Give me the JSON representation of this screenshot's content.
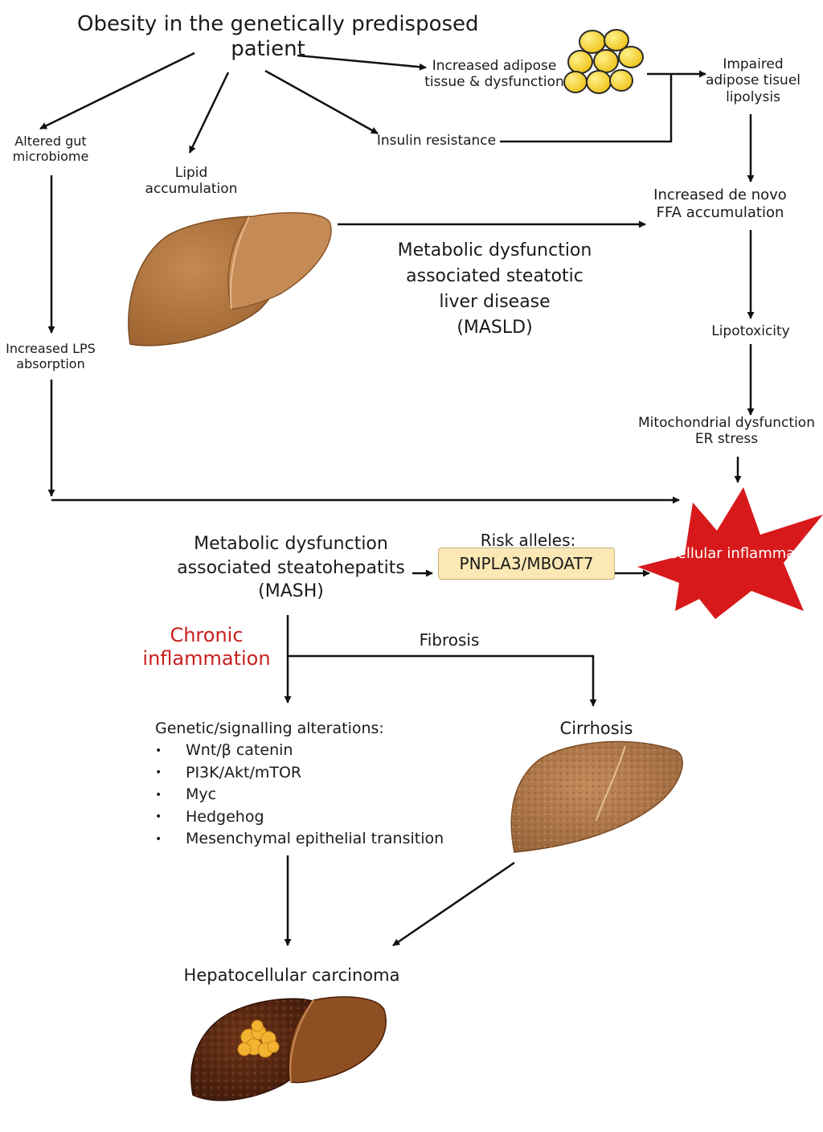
{
  "nodes": {
    "obesity": "Obesity in the genetically predisposed\npatient",
    "adipose_tissue": "Increased adipose\ntissue & dysfunction",
    "impaired_lipolysis": "Impaired\nadipose tisuel\nlipolysis",
    "gut": "Altered gut\nmicrobiome",
    "lipid": "Lipid\naccumulation",
    "insulin": "Insulin resistance",
    "ffa": "Increased de novo\nFFA accumulation",
    "masld": "Metabolic dysfunction\nassociated steatotic\nliver disease\n(MASLD)",
    "lps": "Increased LPS\nabsorption",
    "lipotoxicity": "Lipotoxicity",
    "mito": "Mitochondrial dysfunction\nER stress",
    "mash": "Metabolic dysfunction\nassociated steatohepatits\n(MASH)",
    "risk_alleles": "Risk alleles:",
    "risk_genes": "PNPLA3/MBOAT7",
    "cellular_inflammation": "Cellular inflammation",
    "chronic_inflammation": "Chronic\ninflammation",
    "fibrosis": "Fibrosis",
    "cirrhosis": "Cirrhosis",
    "hcc": "Hepatocellular carcinoma"
  },
  "genetic": {
    "title": "Genetic/signalling alterations:",
    "bullet": "•",
    "items": [
      "Wnt/β catenin",
      "PI3K/Akt/mTOR",
      "Myc",
      "Hedgehog",
      "Mesenchymal epithelial transition"
    ]
  },
  "colors": {
    "accent_red": "#c8201e",
    "star_red": "#d7191b",
    "risk_box": "#fbe8b4",
    "fat_cell": "#f6d230",
    "healthy_liver": "#b57a45",
    "hcc_liver": "#5b2b14"
  },
  "icons": [
    "arrow-icon",
    "fat-cells-icon",
    "liver-illustration",
    "cirrhotic-liver-illustration",
    "hcc-liver-illustration",
    "inflammation-star-icon"
  ]
}
